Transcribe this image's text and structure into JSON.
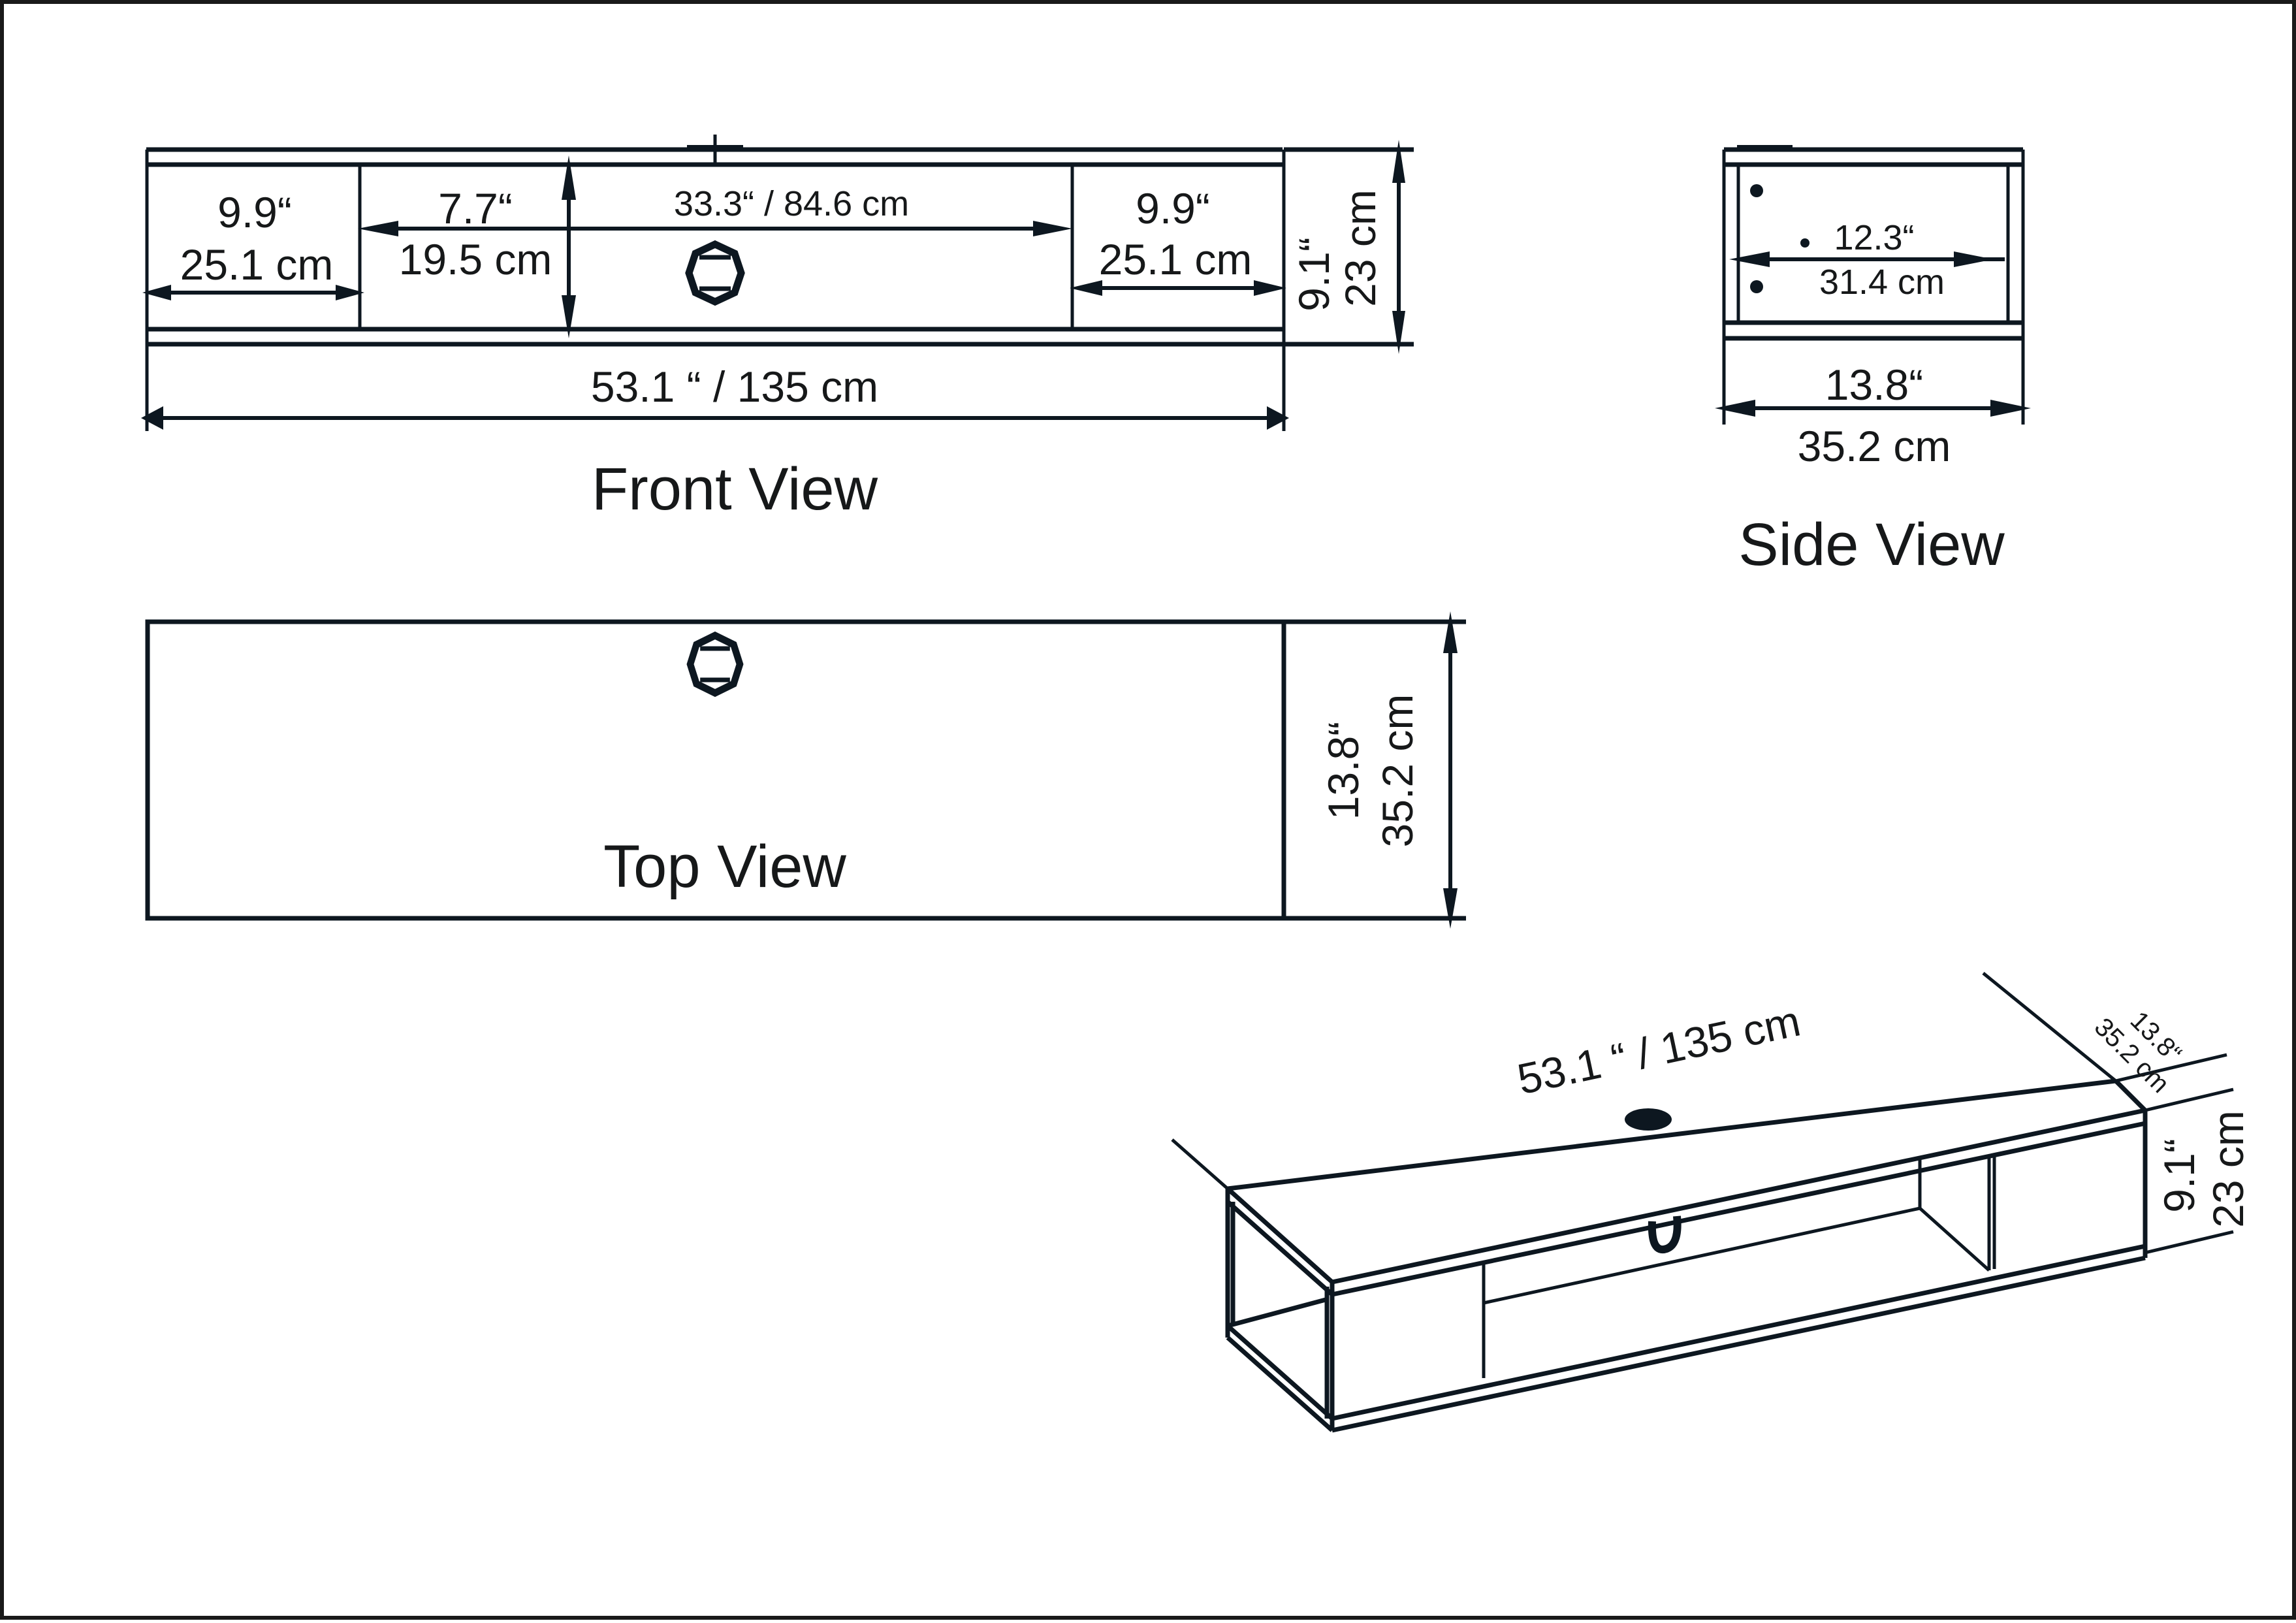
{
  "drawing": {
    "title": "Wall-mounted TV unit dimension drawing",
    "line_color": "#0d1720",
    "text_color": "#161819",
    "background": "#ffffff"
  },
  "front_view": {
    "caption": "Front View",
    "left_compartment": {
      "inch": "9.9“",
      "cm": "25.1 cm"
    },
    "center_height": {
      "inch": "7.7“",
      "cm": "19.5 cm"
    },
    "center_width": "33.3“ / 84.6 cm",
    "right_compartment": {
      "inch": "9.9“",
      "cm": "25.1 cm"
    },
    "overall_height": {
      "inch": "9.1“",
      "cm": "23 cm"
    },
    "overall_width": "53.1 “ / 135 cm",
    "icons": [
      "cable-hole-icon"
    ]
  },
  "side_view": {
    "caption": "Side View",
    "inner_depth": {
      "inch": "12.3“",
      "cm": "31.4 cm"
    },
    "overall_depth": {
      "inch": "13.8“",
      "cm": "35.2  cm"
    }
  },
  "top_view": {
    "caption": "Top View",
    "depth": {
      "inch": "13.8“",
      "cm": "35.2  cm"
    },
    "icons": [
      "cable-hole-icon"
    ]
  },
  "isometric_view": {
    "width": "53.1 “ / 135 cm",
    "depth": {
      "inch": "13.8“",
      "cm": "35.2 cm"
    },
    "height": {
      "inch": "9.1“",
      "cm": "23 cm"
    }
  }
}
